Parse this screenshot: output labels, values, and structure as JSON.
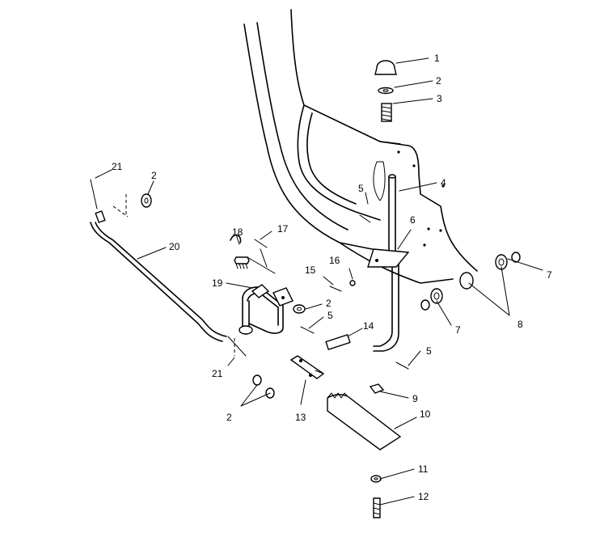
{
  "callouts": [
    {
      "key": "c1",
      "label": "1"
    },
    {
      "key": "c2a",
      "label": "2"
    },
    {
      "key": "c3",
      "label": "3"
    },
    {
      "key": "c4",
      "label": "4"
    },
    {
      "key": "c5a",
      "label": "5"
    },
    {
      "key": "c6",
      "label": "6"
    },
    {
      "key": "c7a",
      "label": "7"
    },
    {
      "key": "c8",
      "label": "8"
    },
    {
      "key": "c7b",
      "label": "7"
    },
    {
      "key": "c16",
      "label": "16"
    },
    {
      "key": "c15",
      "label": "15"
    },
    {
      "key": "c17",
      "label": "17"
    },
    {
      "key": "c18",
      "label": "18"
    },
    {
      "key": "c19",
      "label": "19"
    },
    {
      "key": "c2b",
      "label": "2"
    },
    {
      "key": "c5b",
      "label": "5"
    },
    {
      "key": "c14",
      "label": "14"
    },
    {
      "key": "c5c",
      "label": "5"
    },
    {
      "key": "c20",
      "label": "20"
    },
    {
      "key": "c21a",
      "label": "21"
    },
    {
      "key": "c2c",
      "label": "2"
    },
    {
      "key": "c21b",
      "label": "21"
    },
    {
      "key": "c2d",
      "label": "2"
    },
    {
      "key": "c13",
      "label": "13"
    },
    {
      "key": "c9",
      "label": "9"
    },
    {
      "key": "c10",
      "label": "10"
    },
    {
      "key": "c11",
      "label": "11"
    },
    {
      "key": "c12",
      "label": "12"
    }
  ]
}
